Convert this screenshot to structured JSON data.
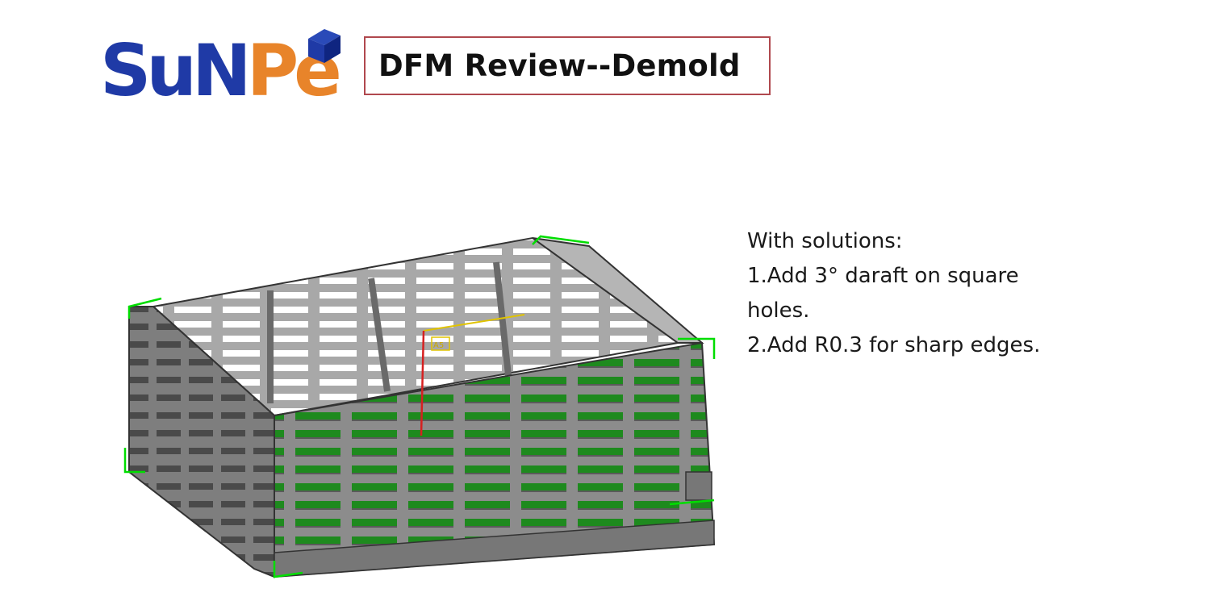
{
  "header": {
    "logo_text": "SuNPe",
    "title": "DFM Review--Demold"
  },
  "model": {
    "annotation": "A5"
  },
  "notes": {
    "intro": "With solutions:",
    "line1": "1.Add  3°  daraft on square",
    "line2": "holes.",
    "line3": "2.Add R0.3 for sharp edges."
  },
  "colors": {
    "logo_blue": "#1f3aa6",
    "logo_orange": "#e8842a",
    "title_border": "#b0484e",
    "model_gray": "#8f8f8f",
    "highlight_green": "#1e8a1e",
    "edge_green": "#00dd00"
  }
}
